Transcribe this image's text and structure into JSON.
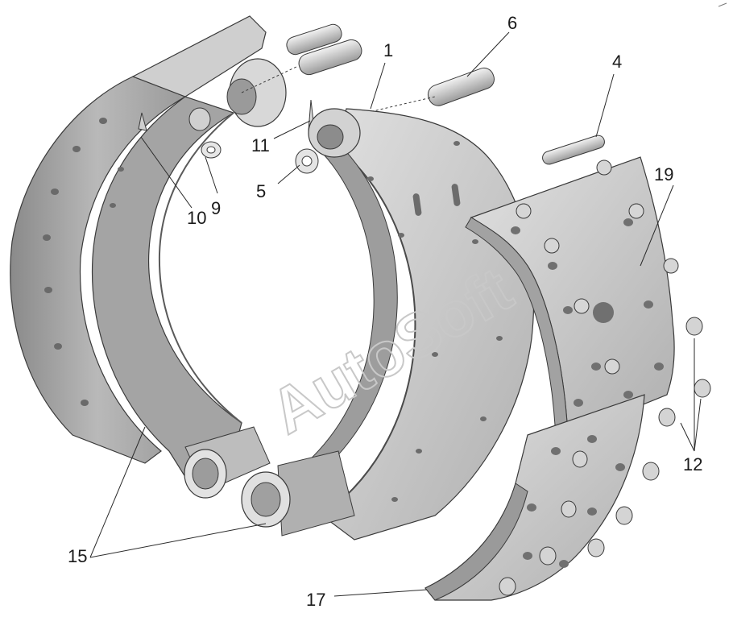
{
  "watermark": "AutoSoft",
  "callouts": {
    "c1": "1",
    "c4": "4",
    "c5": "5",
    "c6": "6",
    "c9": "9",
    "c10": "10",
    "c11": "11",
    "c12": "12",
    "c15": "15",
    "c17": "17",
    "c19": "19"
  },
  "colors": {
    "background": "#ffffff",
    "part_light": "#d4d4d4",
    "part_mid": "#a9a9a9",
    "part_dark": "#6e6e6e",
    "outline": "#3a3a3a",
    "watermark": "#c8c8c8"
  }
}
